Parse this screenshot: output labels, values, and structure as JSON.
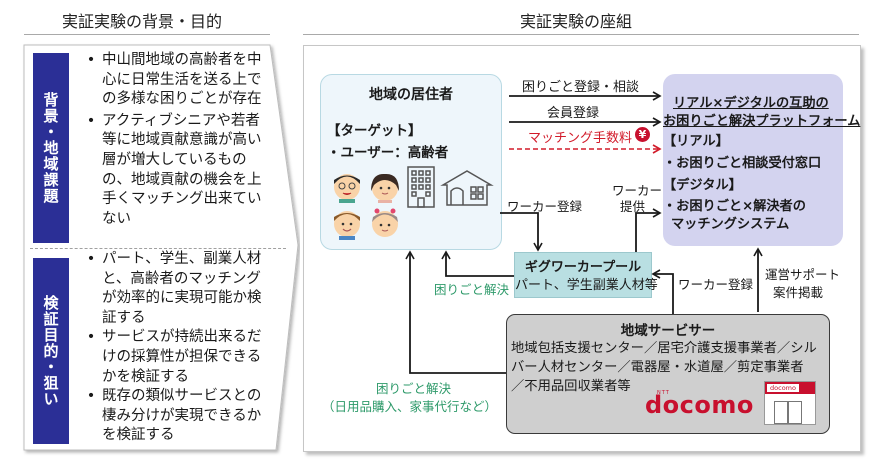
{
  "left": {
    "title": "実証実験の背景・目的",
    "sections": [
      {
        "label": "背景・地域課題",
        "bullets": [
          "中山間地域の高齢者を中心に日常生活を送る上での多様な困りごとが存在",
          "アクティブシニアや若者等に地域貢献意識が高い層が増大しているものの、地域貢献の機会を上手くマッチング出来ていない"
        ]
      },
      {
        "label": "検証目的・狙い",
        "bullets": [
          "パート、学生、副業人材と、高齢者のマッチングが効率的に実現可能か検証する",
          "サービスが持続出来るだけの採算性が担保できるかを検証する",
          "既存の類似サービスとの棲み分けが実現できるかを検証する"
        ]
      }
    ],
    "bullet_char": "•"
  },
  "right": {
    "title": "実証実験の座組",
    "resident": {
      "title": "地域の居住者",
      "target_label": "【ターゲット】",
      "target_value": "・ユーザー：高齢者",
      "icons": [
        "elderly-man-icon",
        "elderly-woman-icon",
        "boy-icon",
        "girl-icon",
        "apartment-building-icon",
        "house-icon"
      ]
    },
    "platform": {
      "title_line1": "リアル×デジタルの互助の",
      "title_line2": "お困りごと解決プラットフォーム",
      "real_label": "【リアル】",
      "real_item": "・お困りごと相談受付窓口",
      "digital_label": "【デジタル】",
      "digital_item_line1": "・お困りごと×解決者の",
      "digital_item_line2": "マッチングシステム"
    },
    "pool": {
      "title": "ギグワーカープール",
      "subtitle": "パート、学生副業人材等"
    },
    "service": {
      "title": "地域サービサー",
      "line1": "地域包括支援センター／居宅介護支援事業者／シル",
      "line2": "バー人材センター／電器屋・水道屋／剪定事業者",
      "line3": "／不用品回収業者等",
      "logo_text": "docomo",
      "logo_small": "NTT",
      "shop_sign": "docomo"
    },
    "arrows": {
      "consult": "困りごと登録・相談",
      "member": "会員登録",
      "fee": "マッチング手数料",
      "fee_icon": "¥",
      "worker_register_top": "ワーカー登録",
      "worker_provide_line1": "ワーカー",
      "worker_provide_line2": "提供",
      "solve_pool": "困りごと解決",
      "worker_register_service": "ワーカー登録",
      "support_line1": "運営サポート",
      "support_line2": "案件掲載",
      "solve_service_line1": "困りごと解決",
      "solve_service_line2": "（日用品購入、家事代行など）"
    }
  },
  "colors": {
    "label_bar": "#2b2f96",
    "fee_red": "#d21b2a",
    "solve_green": "#2e9a6a",
    "platform_bg": "#d3d3ef",
    "pool_bg": "#b9dfe2",
    "service_bg": "#cfcfcf",
    "docomo_red": "#c8102e"
  }
}
